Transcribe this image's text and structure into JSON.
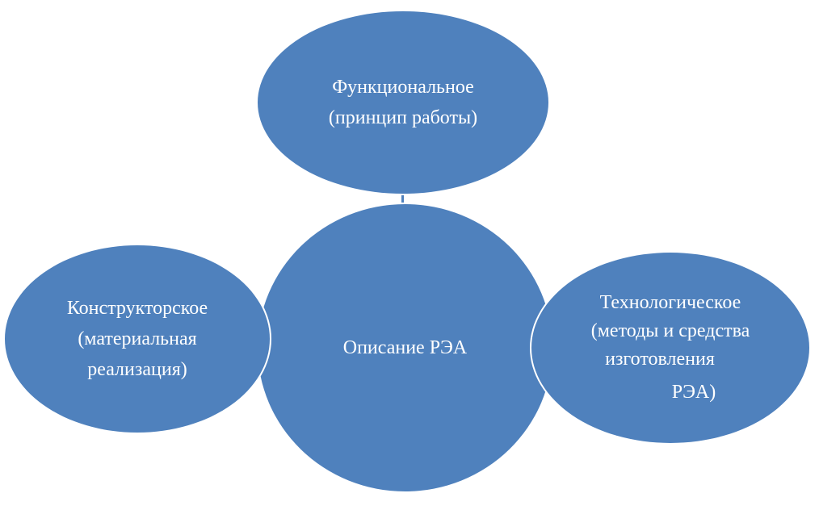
{
  "diagram": {
    "colors": {
      "node_fill": "#4f81bd",
      "node_outline": "#ffffff",
      "text": "#ffffff",
      "background": "#ffffff"
    },
    "center": {
      "label": "Описание РЭА"
    },
    "top": {
      "line1": "Функциональное",
      "line2": "(принцип работы)"
    },
    "left": {
      "line1": "Конструкторское",
      "line2": "(материальная",
      "line3": "реализация)"
    },
    "right": {
      "line1": "Технологическое",
      "line2": "(методы и средства",
      "line3": "изготовления",
      "line4": "РЭА)"
    }
  }
}
